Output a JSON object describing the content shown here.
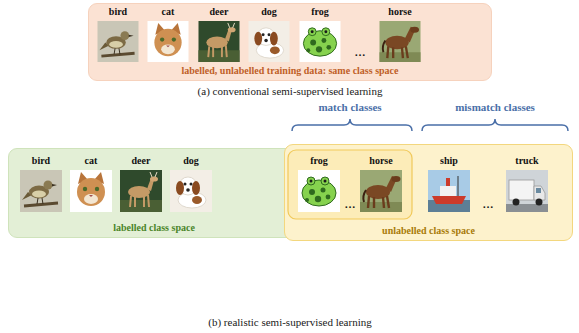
{
  "diagram": {
    "nodes": [
      {
        "text": [
          "labelled, unlabelled training data: same class space"
        ]
      },
      {
        "text": [
          "labelled class space"
        ]
      },
      {
        "text": [
          "unlabelled class space"
        ]
      }
    ],
    "labels": [
      "bird",
      "cat",
      "deer",
      "dog",
      "frog",
      "…",
      "horse",
      "(a) conventional semi-supervised learning",
      "match classes",
      "mismatch classes",
      "bird",
      "cat",
      "deer",
      "dog",
      "frog",
      "…",
      "horse",
      "ship",
      "…",
      "truck",
      "(b) realistic semi-supervised learning"
    ]
  }
}
